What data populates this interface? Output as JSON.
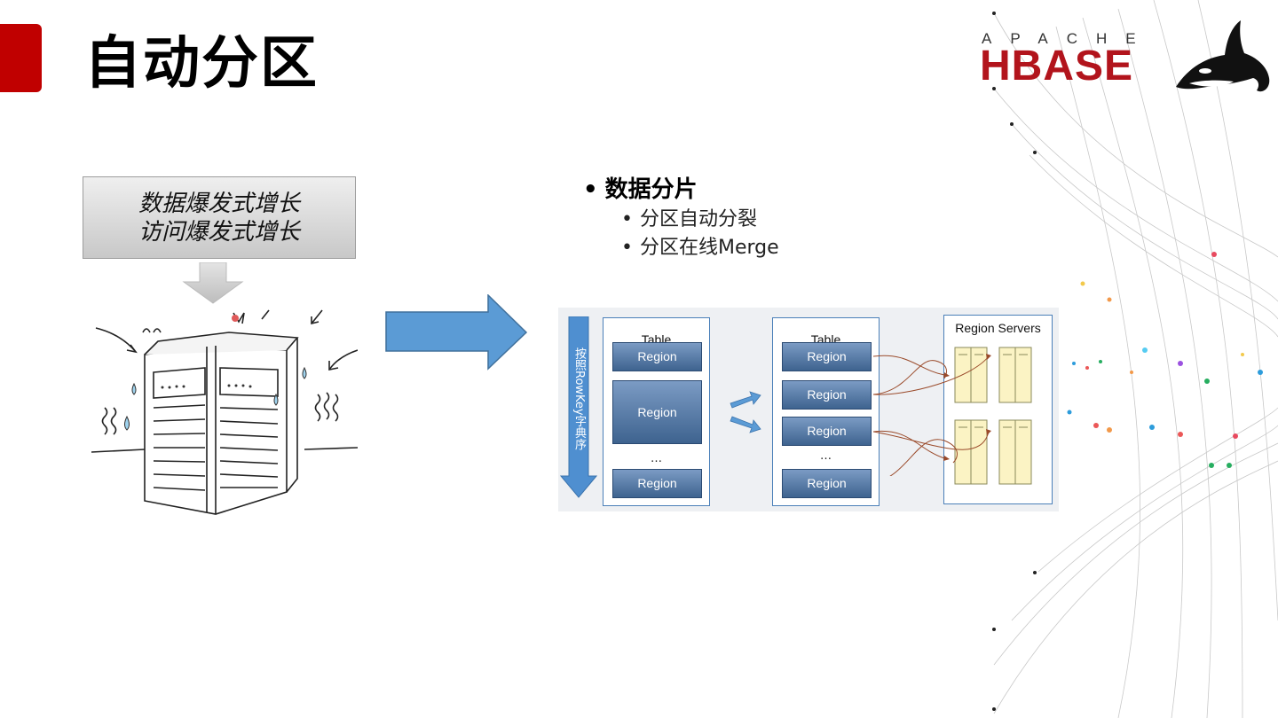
{
  "header": {
    "title": "自动分区"
  },
  "logo": {
    "apache": "APACHE",
    "hbase": "HBASE"
  },
  "left": {
    "growth_line1": "数据爆发式增长",
    "growth_line2": "访问爆发式增长"
  },
  "bullets": {
    "main": "数据分片",
    "subs": [
      "分区自动分裂",
      "分区在线Merge"
    ]
  },
  "diagram": {
    "vertical_label": "按照RowKey字典序",
    "table1": {
      "title": "Table",
      "regions": [
        "Region",
        "Region",
        "Region"
      ],
      "ellipsis": "…"
    },
    "table2": {
      "title": "Table",
      "regions": [
        "Region",
        "Region",
        "Region",
        "Region"
      ],
      "ellipsis": "…"
    },
    "servers": {
      "title": "Region Servers"
    }
  },
  "colors": {
    "accent": "#c00000",
    "logo_red": "#b2141c",
    "arrow_blue": "#5b9bd5",
    "region_blue": "#4f74a3"
  }
}
